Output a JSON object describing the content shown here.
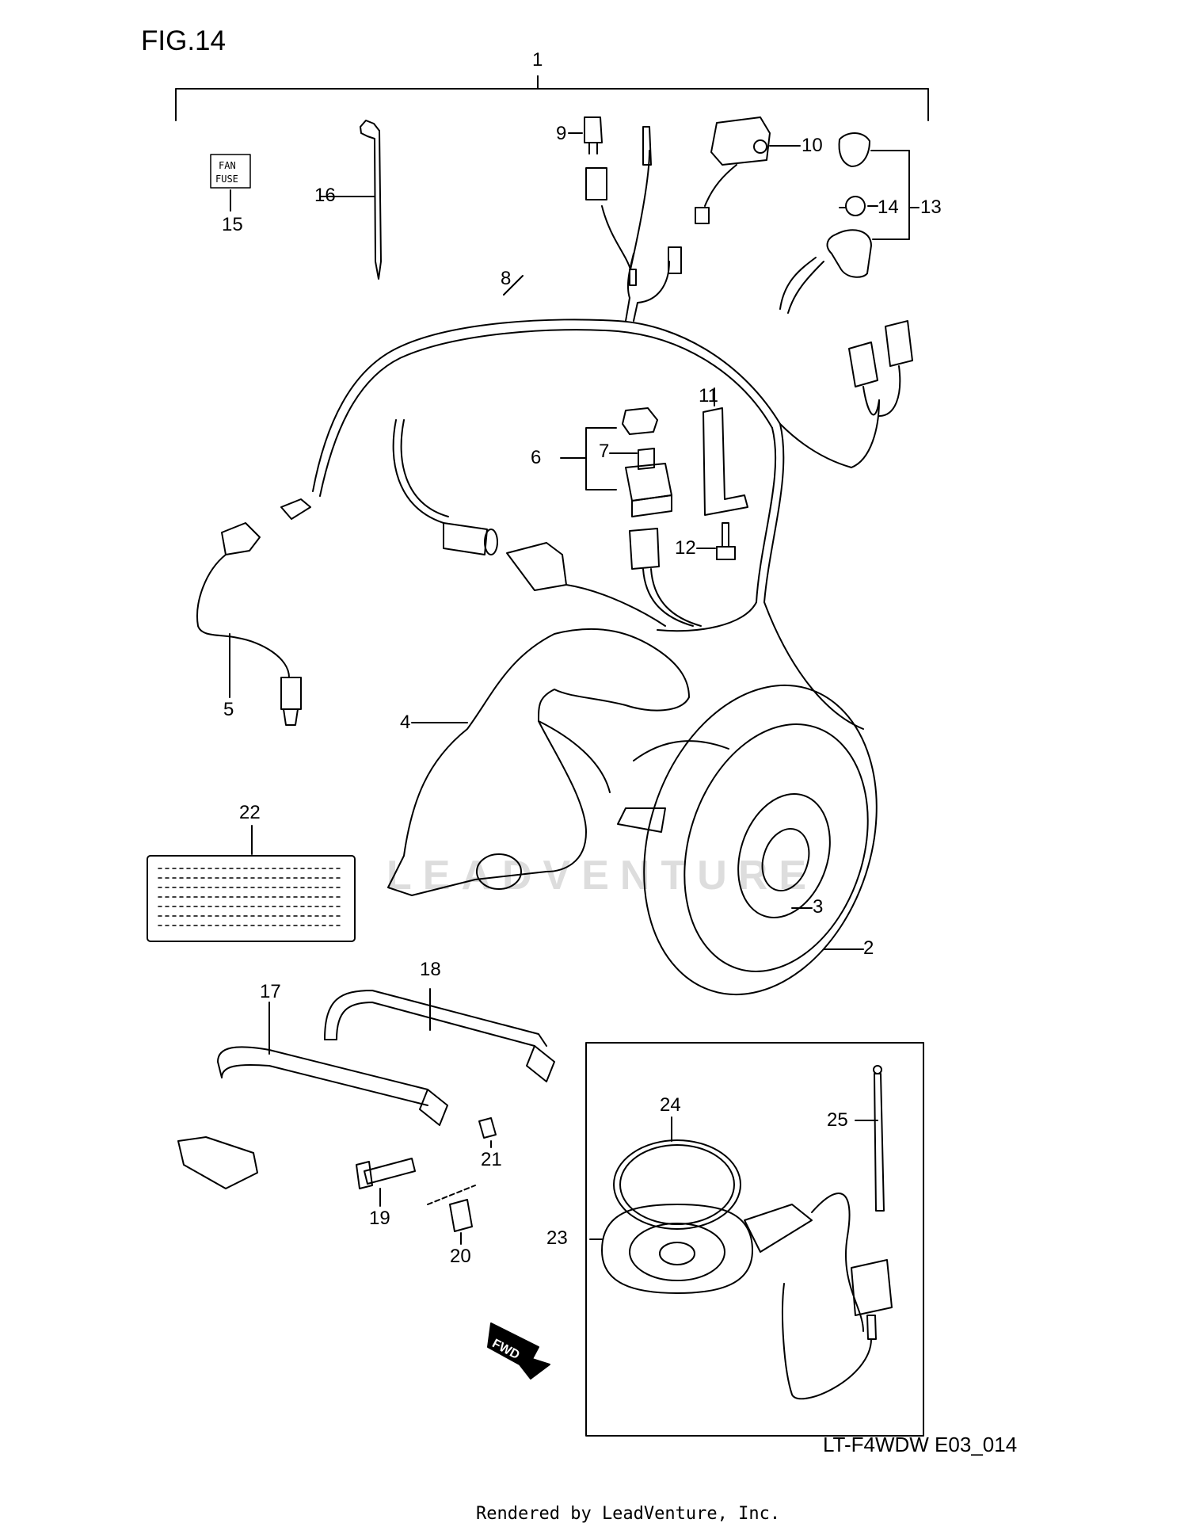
{
  "figure": {
    "title": "FIG.14",
    "model_code": "LT-F4WDW E03_014",
    "credit": "Rendered by LeadVenture, Inc.",
    "watermark": "LEADVENTURE"
  },
  "fuse_label": {
    "line1": "FAN",
    "line2": "FUSE"
  },
  "fwd_label": "FWD",
  "callouts": [
    {
      "id": "1",
      "text": "1"
    },
    {
      "id": "2",
      "text": "2"
    },
    {
      "id": "3",
      "text": "3"
    },
    {
      "id": "4",
      "text": "4"
    },
    {
      "id": "5",
      "text": "5"
    },
    {
      "id": "6",
      "text": "6"
    },
    {
      "id": "7",
      "text": "7"
    },
    {
      "id": "8",
      "text": "8"
    },
    {
      "id": "9",
      "text": "9"
    },
    {
      "id": "10",
      "text": "10"
    },
    {
      "id": "11",
      "text": "11"
    },
    {
      "id": "12",
      "text": "12"
    },
    {
      "id": "13",
      "text": "13"
    },
    {
      "id": "14",
      "text": "14"
    },
    {
      "id": "15",
      "text": "15"
    },
    {
      "id": "16",
      "text": "16"
    },
    {
      "id": "17",
      "text": "17"
    },
    {
      "id": "18",
      "text": "18"
    },
    {
      "id": "19",
      "text": "19"
    },
    {
      "id": "20",
      "text": "20"
    },
    {
      "id": "21",
      "text": "21"
    },
    {
      "id": "22",
      "text": "22"
    },
    {
      "id": "23",
      "text": "23"
    },
    {
      "id": "24",
      "text": "24"
    },
    {
      "id": "25",
      "text": "25"
    }
  ]
}
